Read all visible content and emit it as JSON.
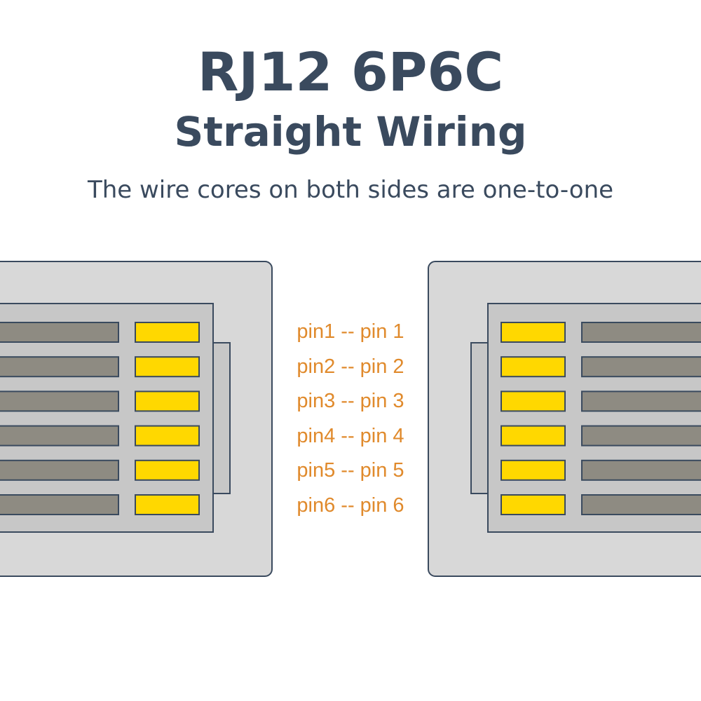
{
  "title": "RJ12 6P6C",
  "subtitle": "Straight Wiring",
  "caption": "The wire cores on both sides are one-to-one",
  "pin_map": [
    "pin1 -- pin 1",
    "pin2 -- pin 2",
    "pin3 -- pin 3",
    "pin4 -- pin 4",
    "pin5 -- pin 5",
    "pin6 -- pin 6"
  ],
  "pin_count": 6,
  "colors": {
    "text": "#3a4a5e",
    "pin_label": "#e08a2c",
    "body": "#d8d8d8",
    "inner": "#c7c7c7",
    "outline": "#3a4a5e",
    "wire": "#8e8b82",
    "contact": "#ffd800"
  }
}
